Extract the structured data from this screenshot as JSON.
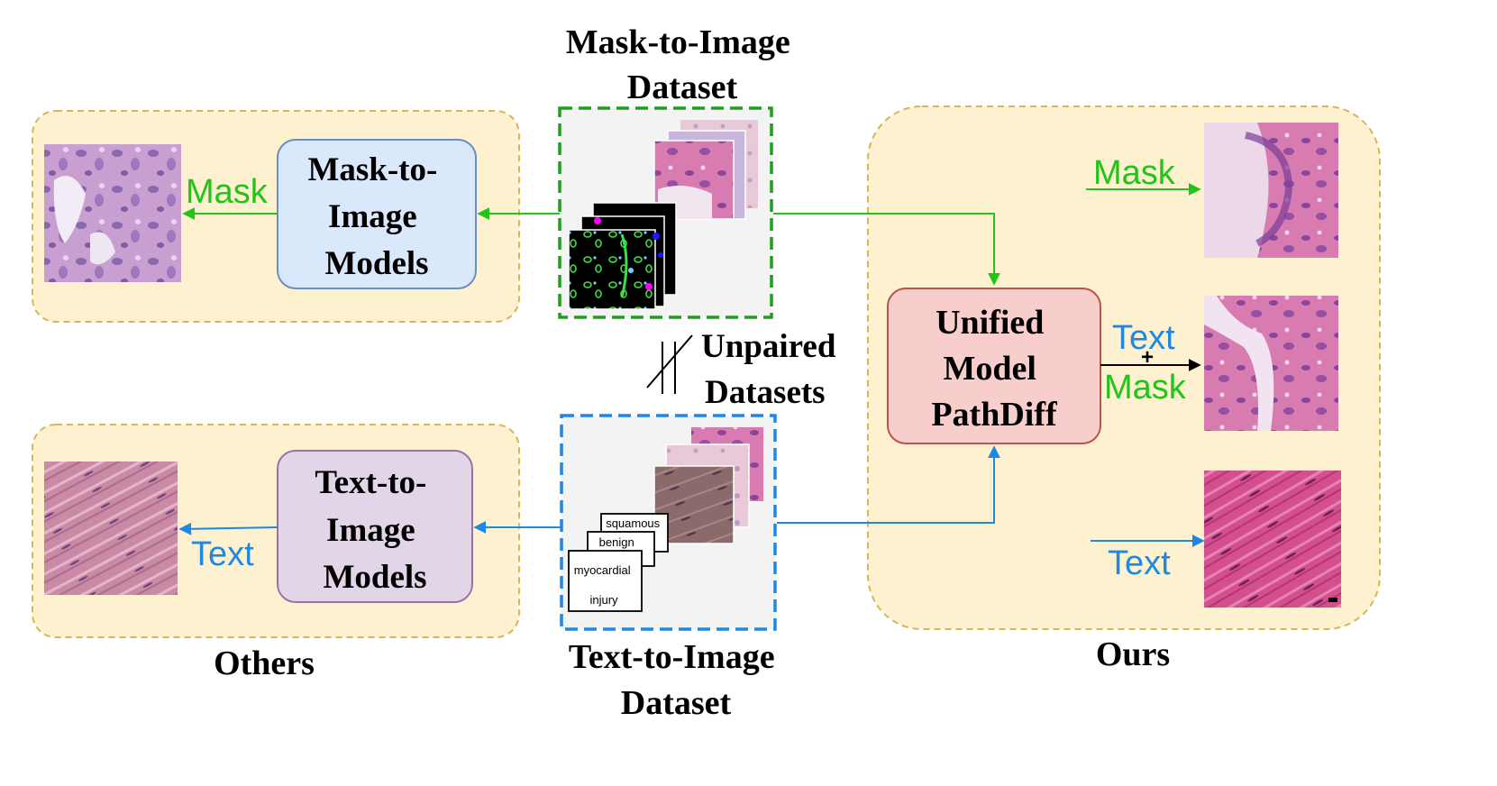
{
  "headings": {
    "mask_dataset": [
      "Mask-to-Image",
      "Dataset"
    ],
    "text_dataset": [
      "Text-to-Image",
      "Dataset"
    ],
    "unpaired": [
      "Unpaired",
      "Datasets"
    ],
    "others": "Others",
    "ours": "Ours"
  },
  "models": {
    "mask_model": [
      "Mask-to-",
      "Image",
      "Models"
    ],
    "text_model": [
      "Text-to-",
      "Image",
      "Models"
    ],
    "unified": [
      "Unified",
      "Model",
      "PathDiff"
    ]
  },
  "arrow_labels": {
    "mask": "Mask",
    "text": "Text",
    "plus": "+"
  },
  "text_cards": [
    "squamous",
    "benign",
    "myocardial",
    "injury"
  ],
  "colors": {
    "mask_green": "#22c41a",
    "text_blue": "#1e88e5",
    "panel_fill": "#fdf1cf",
    "panel_border": "#d6b65a",
    "mask_model_fill": "#dae8fc",
    "mask_model_border": "#6c8ebf",
    "text_model_fill": "#e1d5e7",
    "text_model_border": "#9673a6",
    "unified_fill": "#f8cecc",
    "unified_border": "#b85450"
  }
}
